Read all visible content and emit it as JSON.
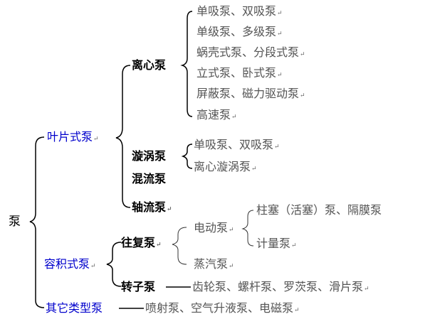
{
  "root": "泵",
  "vane": {
    "label": "叶片式泵",
    "centrifugal": {
      "label": "离心泵",
      "items": [
        "单吸泵、双吸泵",
        "单级泵、多级泵",
        "蜗壳式泵、分段式泵",
        "立式泵、卧式泵",
        "屏蔽泵、磁力驱动泵",
        "高速泵"
      ]
    },
    "vortex": {
      "label": "漩涡泵",
      "items": [
        "单吸泵、双吸泵",
        "离心漩涡泵"
      ]
    },
    "mixed": "混流泵",
    "axial": "轴流泵"
  },
  "positive": {
    "label": "容积式泵",
    "reciprocating": {
      "label": "往复泵",
      "electric": {
        "label": "电动泵",
        "items": [
          "柱塞（活塞）泵、隔膜泵",
          "计量泵"
        ]
      },
      "steam": "蒸汽泵"
    },
    "rotor": {
      "label": "转子泵",
      "items": "齿轮泵、螺杆泵、罗茨泵、滑片泵"
    }
  },
  "other": {
    "label": "其它类型泵",
    "items": "喷射泵、空气升液泵、电磁泵"
  },
  "mark": "↵"
}
